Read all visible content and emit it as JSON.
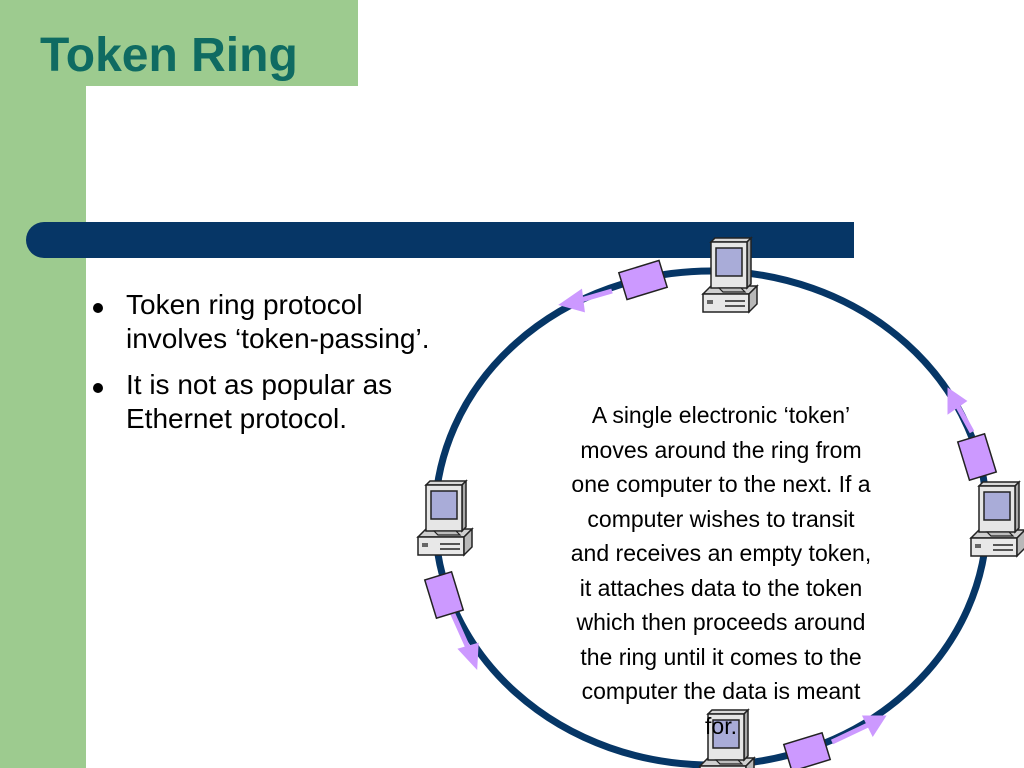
{
  "slide": {
    "title": "Token Ring",
    "bullets": [
      "Token ring protocol involves ‘token-passing’.",
      "It is not as popular as Ethernet protocol."
    ],
    "caption_lines": [
      "A single electronic ‘token’",
      "moves around the ring from",
      "one computer to the next.  If a",
      "computer wishes to transit",
      "and receives an empty token,",
      "it attaches data to the token",
      "which then proceeds around",
      "the ring until it comes to the",
      "computer the data is meant",
      "for."
    ]
  },
  "colors": {
    "sidebar": "#9dcb8f",
    "title": "#0f6b62",
    "bar": "#063666",
    "ring": "#063666",
    "token_fill": "#cc99ff",
    "arrow": "#cc99ff"
  },
  "diagram": {
    "nodes": [
      "computer-icon",
      "computer-icon",
      "computer-icon",
      "computer-icon"
    ],
    "tokens": 4,
    "direction": "counterclockwise"
  }
}
